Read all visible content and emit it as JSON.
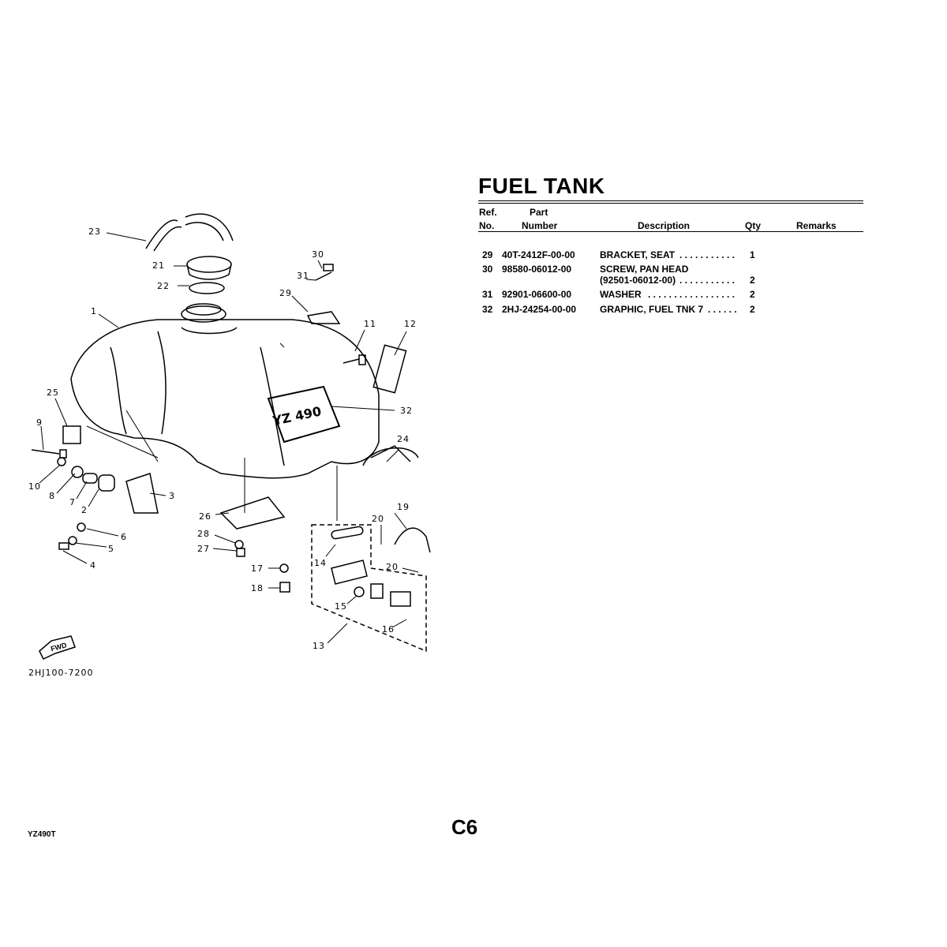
{
  "title": "FUEL TANK",
  "table": {
    "headers": {
      "ref_top": "Ref.",
      "ref_bottom": "No.",
      "part_top": "Part",
      "part_bottom": "Number",
      "description": "Description",
      "qty": "Qty",
      "remarks": "Remarks"
    },
    "rows": [
      {
        "ref": "29",
        "part": "40T-2412F-00-00",
        "desc": "BRACKET, SEAT",
        "dots": ". . . . . . . . . . .",
        "qty": "1"
      },
      {
        "ref": "30",
        "part": "98580-06012-00",
        "desc": "SCREW, PAN HEAD",
        "desc2": "(92501-06012-00)",
        "dots": ". . . . . . . . . . .",
        "qty": "2"
      },
      {
        "ref": "31",
        "part": "92901-06600-00",
        "desc": "WASHER",
        "dots": ". . . . . . . . . . . . . . . . .",
        "qty": "2"
      },
      {
        "ref": "32",
        "part": "2HJ-24254-00-00",
        "desc": "GRAPHIC, FUEL TNK 7",
        "dots": ". . . . . .",
        "qty": "2"
      }
    ]
  },
  "diagram": {
    "code": "2HJ100-7200",
    "fwd": "FWD",
    "graphic_text": "YZ 490",
    "callouts": [
      "23",
      "21",
      "22",
      "1",
      "30",
      "31",
      "29",
      "11",
      "12",
      "25",
      "32",
      "9",
      "24",
      "10",
      "8",
      "3",
      "7",
      "2",
      "26",
      "19",
      "20",
      "6",
      "28",
      "5",
      "27",
      "4",
      "14",
      "17",
      "20",
      "18",
      "15",
      "16",
      "13"
    ]
  },
  "footer": {
    "model": "YZ490T",
    "page": "C6"
  }
}
